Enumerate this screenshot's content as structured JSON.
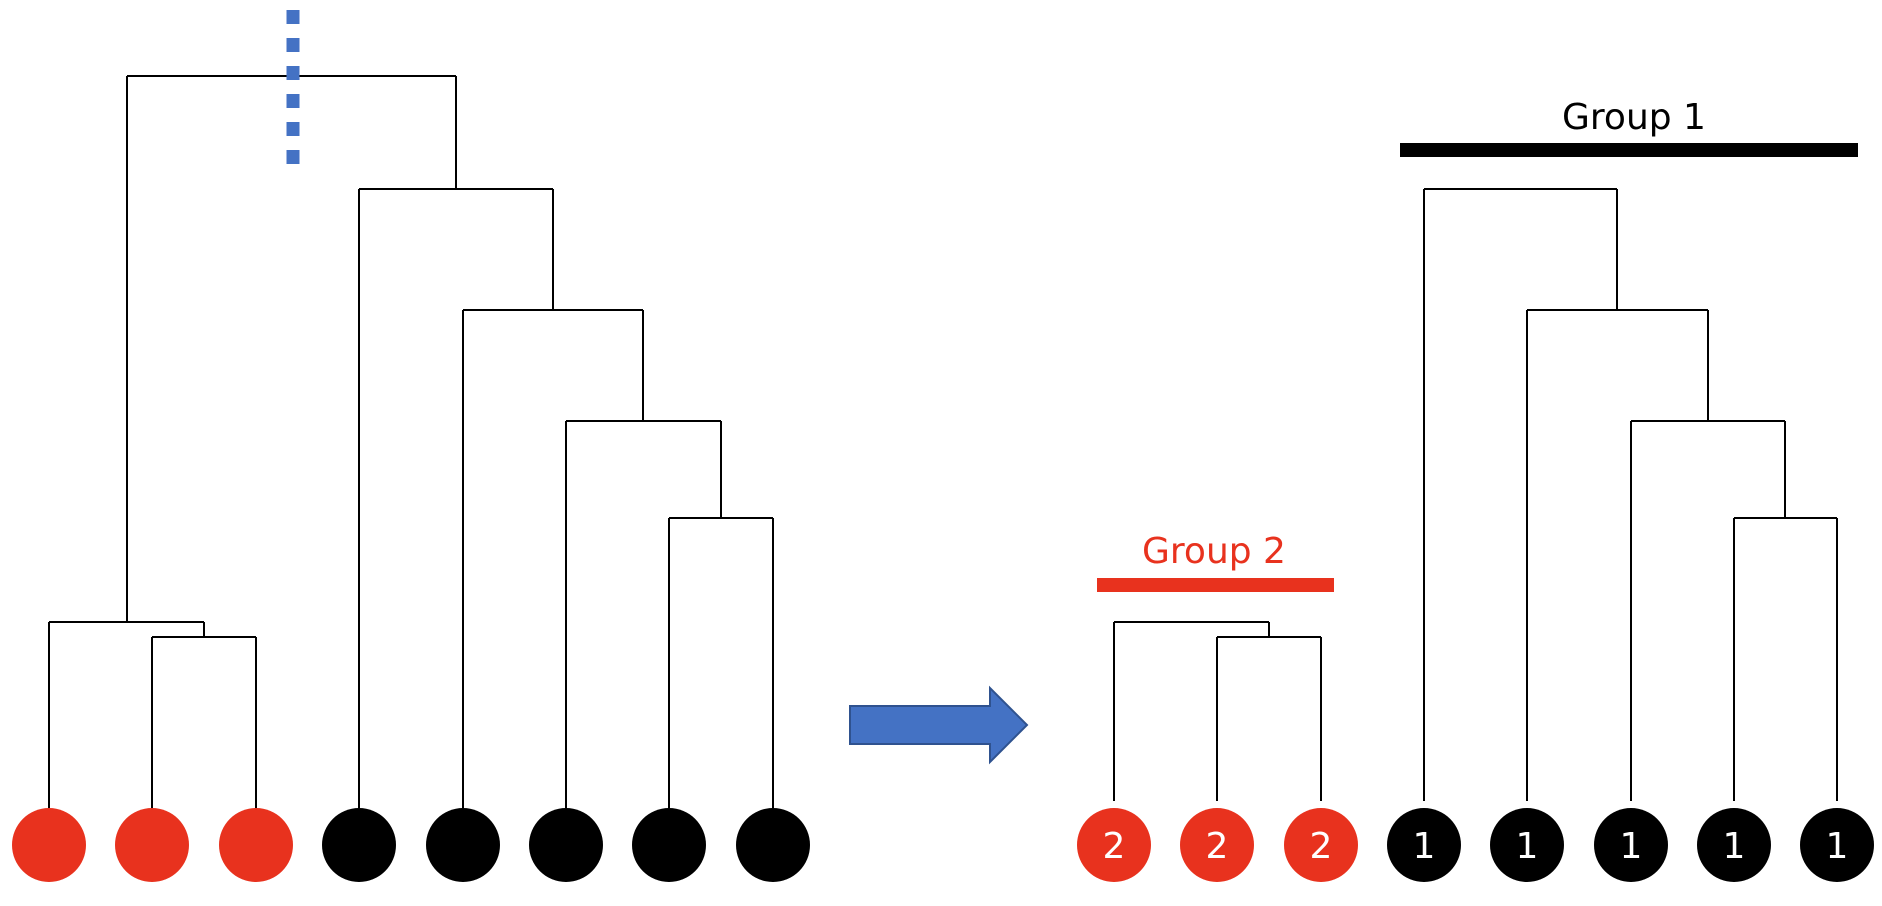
{
  "colors": {
    "tree_line": "#000000",
    "red_node": "#e8321e",
    "black_node": "#000000",
    "arrow": "#4472c4",
    "cut_line": "#4472c4",
    "group1_bar": "#000000",
    "group2_bar": "#e8321e",
    "node_label": "#ffffff"
  },
  "left_dendrogram": {
    "leaves": [
      {
        "color": "red"
      },
      {
        "color": "red"
      },
      {
        "color": "red"
      },
      {
        "color": "black"
      },
      {
        "color": "black"
      },
      {
        "color": "black"
      },
      {
        "color": "black"
      },
      {
        "color": "black"
      }
    ]
  },
  "arrow": {
    "icon": "right-arrow-icon"
  },
  "group2": {
    "label": "Group 2",
    "leaves": [
      {
        "label": "2"
      },
      {
        "label": "2"
      },
      {
        "label": "2"
      }
    ]
  },
  "group1": {
    "label": "Group 1",
    "leaves": [
      {
        "label": "1"
      },
      {
        "label": "1"
      },
      {
        "label": "1"
      },
      {
        "label": "1"
      },
      {
        "label": "1"
      }
    ]
  }
}
